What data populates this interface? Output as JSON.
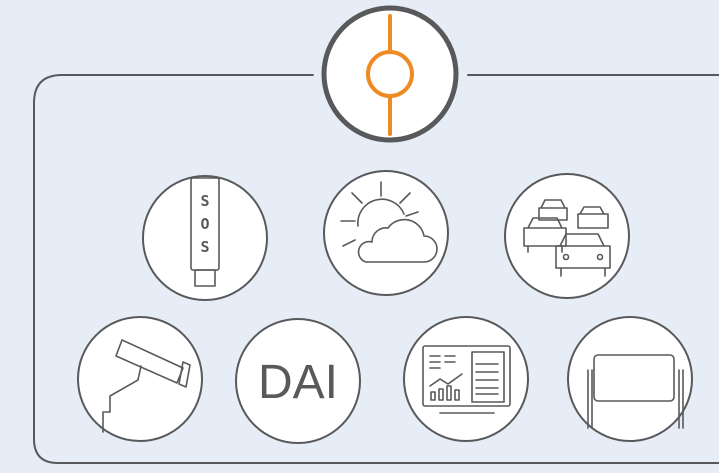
{
  "colors": {
    "background": "#e6edf7",
    "stroke": "#58595b",
    "accent": "#f08a24",
    "circle_fill": "#ffffff"
  },
  "top_node": {
    "icon": "orange-commit-node-icon"
  },
  "row_top": [
    {
      "icon": "sos-column-icon",
      "letters": [
        "S",
        "O",
        "S"
      ]
    },
    {
      "icon": "sun-cloud-weather-icon"
    },
    {
      "icon": "traffic-cars-icon"
    }
  ],
  "row_bottom": [
    {
      "icon": "cctv-camera-icon"
    },
    {
      "icon": "dai-text-icon",
      "label": "DAI"
    },
    {
      "icon": "dashboard-screen-icon"
    },
    {
      "icon": "message-sign-board-icon"
    }
  ]
}
